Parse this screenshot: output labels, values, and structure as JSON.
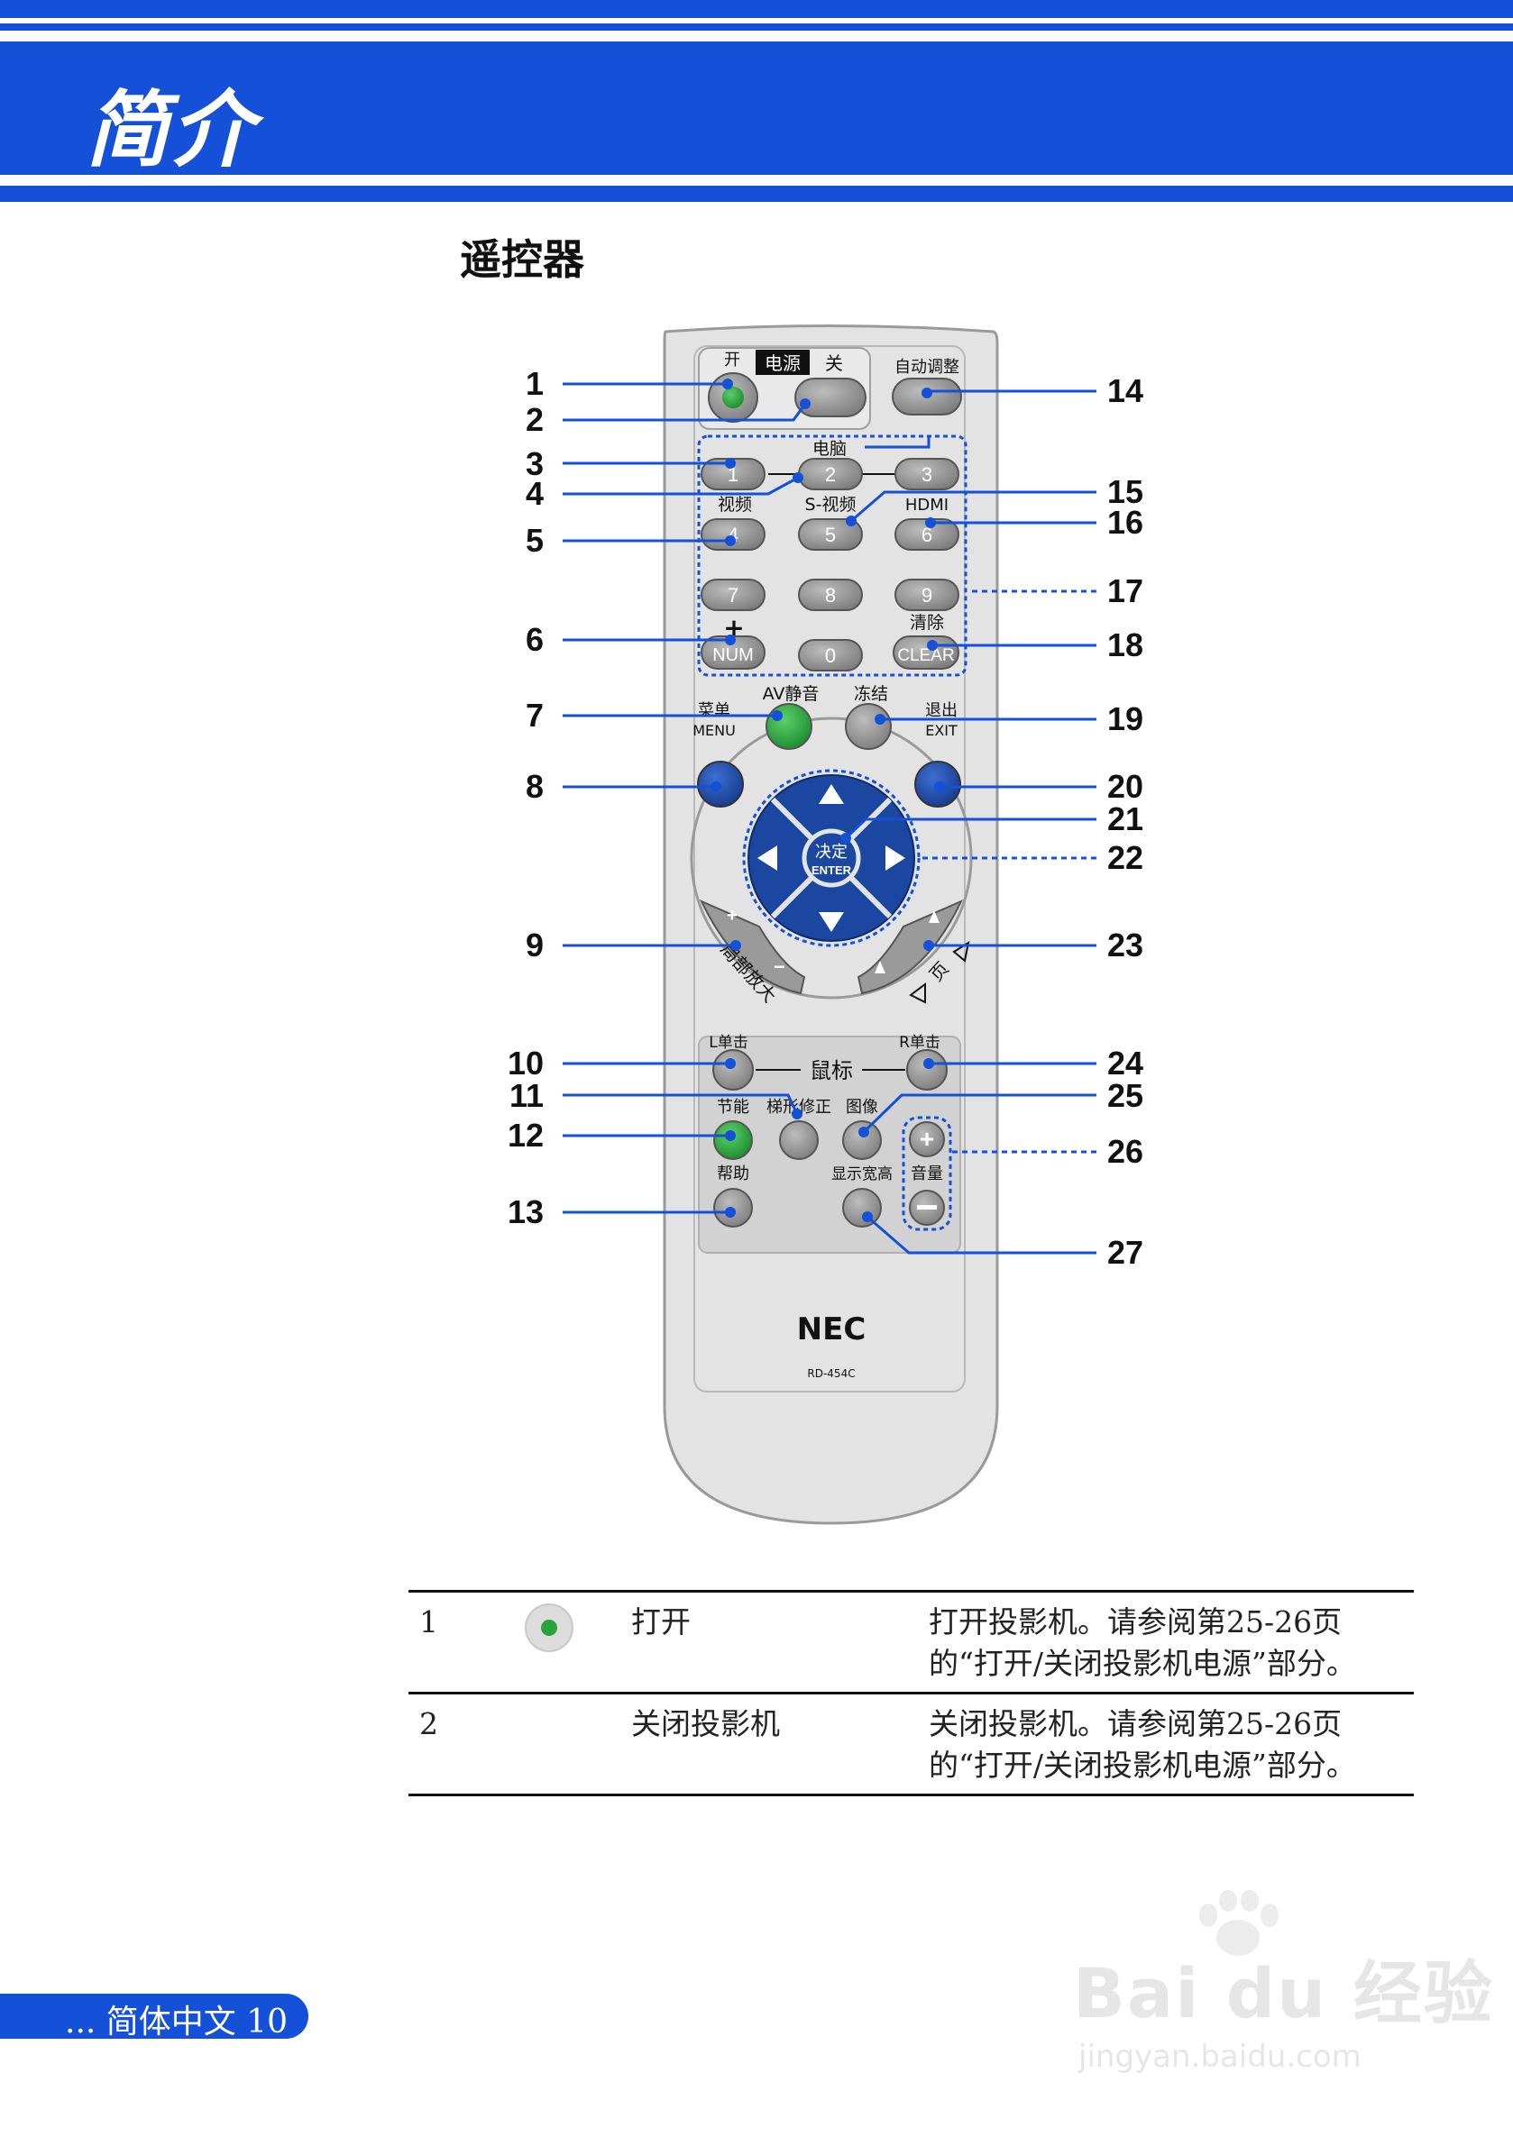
{
  "header": {
    "title": "简介"
  },
  "section": {
    "heading": "遥控器"
  },
  "colors": {
    "brand_blue": "#1450d8",
    "button_green": "#2aa23c",
    "button_blue": "#1c47a0",
    "button_gray": "#8a8a8a",
    "remote_body": "#e3e3e3"
  },
  "remote": {
    "on": "开",
    "power": "电源",
    "off": "关",
    "auto_adjust": "自动调整",
    "computer": "电脑",
    "video": "视频",
    "s_video": "S-视频",
    "hdmi": "HDMI",
    "keys": [
      "1",
      "2",
      "3",
      "4",
      "5",
      "6",
      "7",
      "8",
      "9",
      "0"
    ],
    "plus": "+",
    "num": "NUM",
    "clear_cn": "清除",
    "clear": "CLEAR",
    "av_mute": "AV静音",
    "freeze": "冻结",
    "menu_cn": "菜单",
    "menu": "MENU",
    "exit_cn": "退出",
    "exit": "EXIT",
    "enter_cn": "决定",
    "enter": "ENTER",
    "zoom": "局部放大",
    "page": "页",
    "l_click": "L单击",
    "mouse": "鼠标",
    "r_click": "R单击",
    "eco": "节能",
    "keystone": "梯形修正",
    "picture": "图像",
    "help": "帮助",
    "aspect": "显示宽高",
    "volume": "音量",
    "brand": "NEC",
    "model": "RD-454C"
  },
  "callouts_left": [
    "1",
    "2",
    "3",
    "4",
    "5",
    "6",
    "7",
    "8",
    "9",
    "10",
    "11",
    "12",
    "13"
  ],
  "callouts_right": [
    "14",
    "15",
    "16",
    "17",
    "18",
    "19",
    "20",
    "21",
    "22",
    "23",
    "24",
    "25",
    "26",
    "27"
  ],
  "table": {
    "rows": [
      {
        "num": "1",
        "icon": "power-on-button-icon",
        "name": "打开",
        "desc": "打开投影机。请参阅第25-26页的“打开/关闭投影机电源”部分。"
      },
      {
        "num": "2",
        "icon": "",
        "name": "关闭投影机",
        "desc": "关闭投影机。请参阅第25-26页的“打开/关闭投影机电源”部分。"
      }
    ]
  },
  "footer": {
    "text": "... 简体中文  10"
  },
  "watermark": {
    "brand": "Bai du 经验",
    "url": "jingyan.baidu.com"
  }
}
